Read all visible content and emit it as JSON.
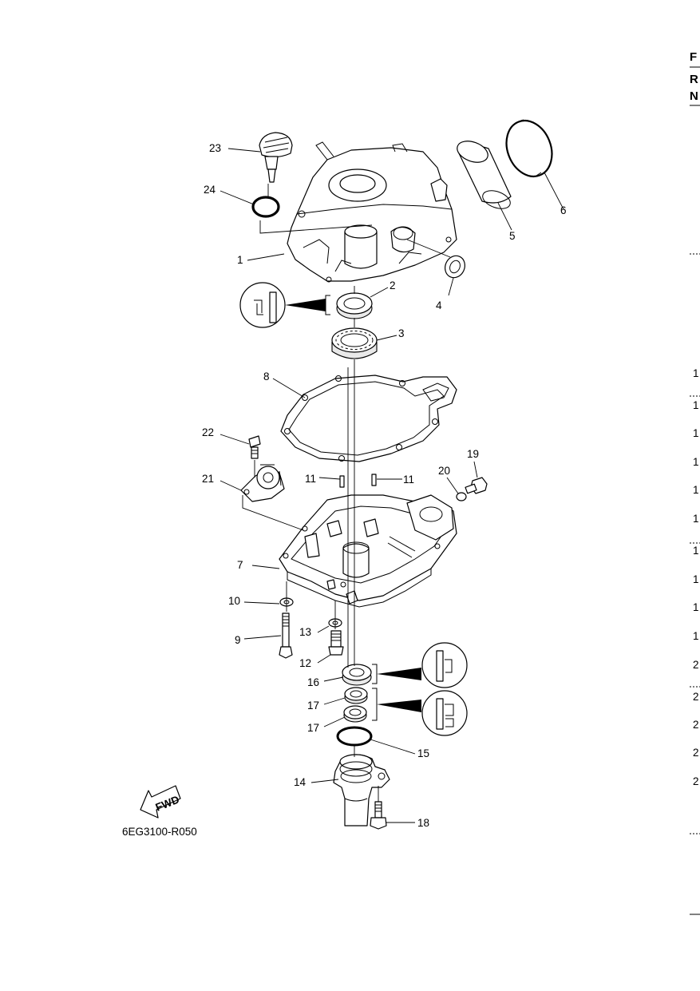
{
  "doc_code": "6EG3100-R050",
  "fwd_label": "FWD",
  "edge": {
    "letters": [
      "F",
      "R",
      "N"
    ],
    "numbers": [
      "1",
      "1",
      "1",
      "1",
      "1",
      "1",
      "1",
      "1",
      "1",
      "1",
      "2",
      "2",
      "2",
      "2",
      "2"
    ]
  },
  "callouts": {
    "p1": "1",
    "p2": "2",
    "p3": "3",
    "p4": "4",
    "p5": "5",
    "p6": "6",
    "p7": "7",
    "p8": "8",
    "p9": "9",
    "p10": "10",
    "p11a": "11",
    "p11b": "11",
    "p12": "12",
    "p13": "13",
    "p14": "14",
    "p15": "15",
    "p16": "16",
    "p17a": "17",
    "p17b": "17",
    "p18": "18",
    "p19": "19",
    "p20": "20",
    "p21": "21",
    "p22": "22",
    "p23": "23",
    "p24": "24"
  },
  "icons": [
    "lubricant-icon",
    "grease-icon",
    "water-resistant-grease-icon",
    "fwd-arrow-icon"
  ]
}
